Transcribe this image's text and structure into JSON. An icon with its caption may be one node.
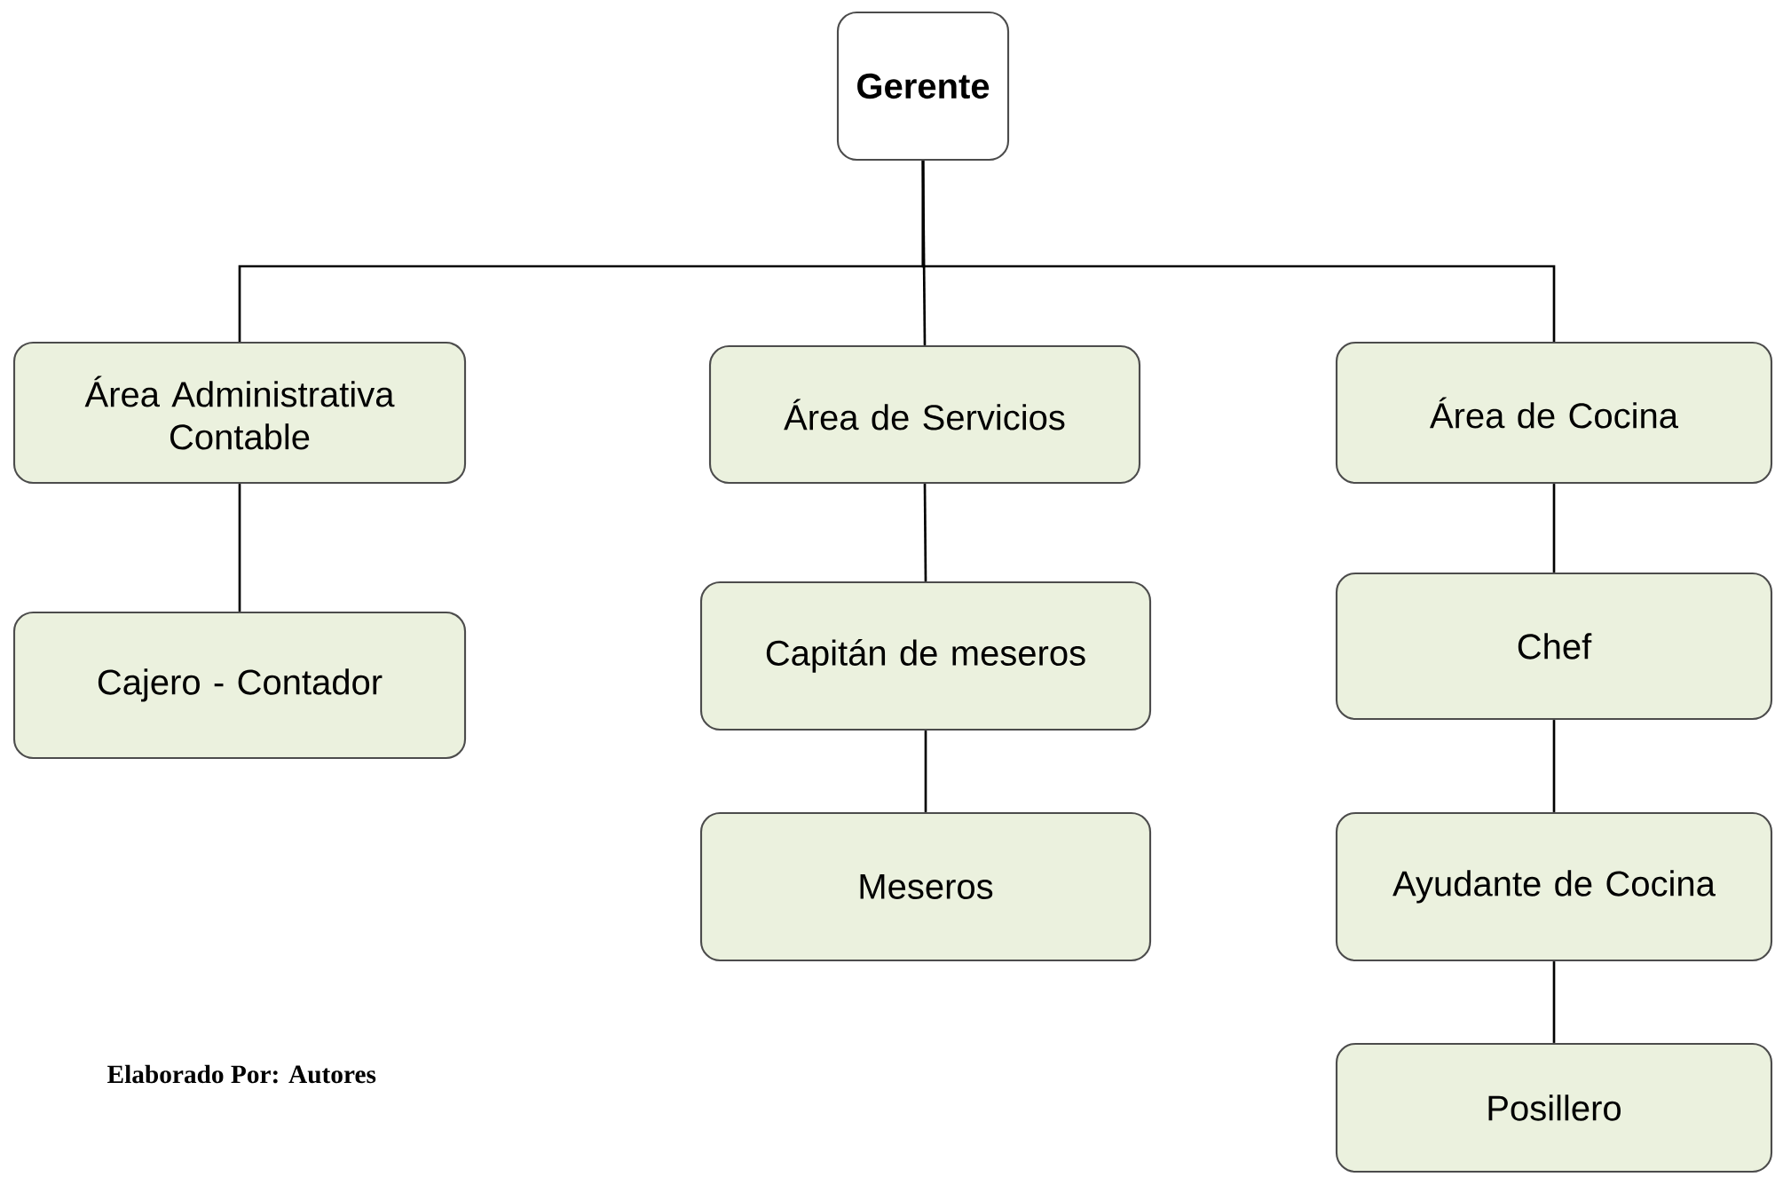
{
  "diagram": {
    "caption": "Elaborado Por: Autores",
    "nodes": [
      {
        "text": [
          "Gerente"
        ]
      },
      {
        "text": [
          "Área Administrativa Contable"
        ]
      },
      {
        "text": [
          "Área de Servicios"
        ]
      },
      {
        "text": [
          "Área de Cocina"
        ]
      },
      {
        "text": [
          "Cajero - Contador"
        ]
      },
      {
        "text": [
          "Capitán de meseros"
        ]
      },
      {
        "text": [
          "Meseros"
        ]
      },
      {
        "text": [
          "Chef"
        ]
      },
      {
        "text": [
          "Ayudante de Cocina"
        ]
      },
      {
        "text": [
          "Posillero"
        ]
      }
    ],
    "edges": [
      {
        "from": 0,
        "to": 1,
        "arrow": "none"
      },
      {
        "from": 0,
        "to": 2,
        "arrow": "none"
      },
      {
        "from": 0,
        "to": 3,
        "arrow": "none"
      },
      {
        "from": 1,
        "to": 4,
        "arrow": "none"
      },
      {
        "from": 2,
        "to": 5,
        "arrow": "none"
      },
      {
        "from": 5,
        "to": 6,
        "arrow": "none"
      },
      {
        "from": 3,
        "to": 7,
        "arrow": "none"
      },
      {
        "from": 7,
        "to": 8,
        "arrow": "none"
      },
      {
        "from": 8,
        "to": 9,
        "arrow": "none"
      }
    ]
  }
}
